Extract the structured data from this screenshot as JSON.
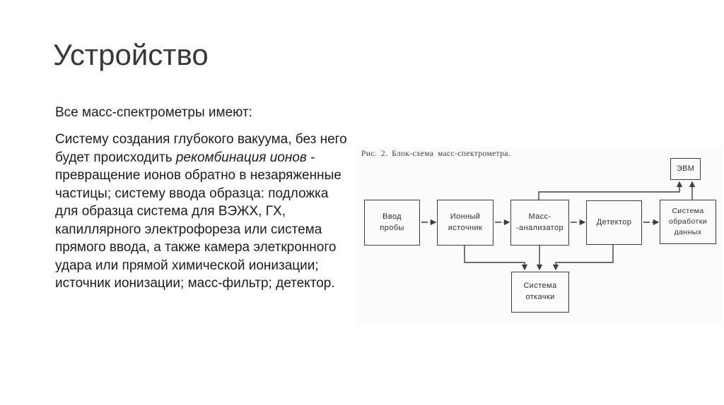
{
  "slide": {
    "title": "Устройство",
    "intro": "Все масс-спектрометры имеют:",
    "body_before_italic": "Систему создания глубокого вакуума, без него будет происходить ",
    "body_italic": "рекомбинация ионов",
    "body_after_italic": " - превращение ионов обратно в незаряженные частицы; систему ввода образца: подложка для образца система для ВЭЖХ, ГХ, капиллярного электрофореза или система прямого ввода, а также камера элеткронного удара или прямой химической ионизации; источник ионизации; масс-фильтр; детектор.",
    "text_color": "#1c1c1c",
    "title_color": "#383838"
  },
  "figure": {
    "caption": "Рис. 2. Блок-схема масс-спектрометра.",
    "ink_color": "#3d3d3d",
    "paper_color": "#fcfbf9",
    "boxes": {
      "sample_inlet": {
        "line1": "Ввод",
        "line2": "пробы"
      },
      "ion_source": {
        "line1": "Ионный",
        "line2": "источник"
      },
      "mass_analyzer": {
        "line1": "Масс-",
        "line2": "-анализатор"
      },
      "detector": {
        "line1": "Детектор"
      },
      "data_system": {
        "line1": "Система",
        "line2": "обработки",
        "line3": "данных"
      },
      "computer": {
        "line1": "ЭВМ"
      },
      "pumping_system": {
        "line1": "Система",
        "line2": "откачки"
      }
    }
  }
}
